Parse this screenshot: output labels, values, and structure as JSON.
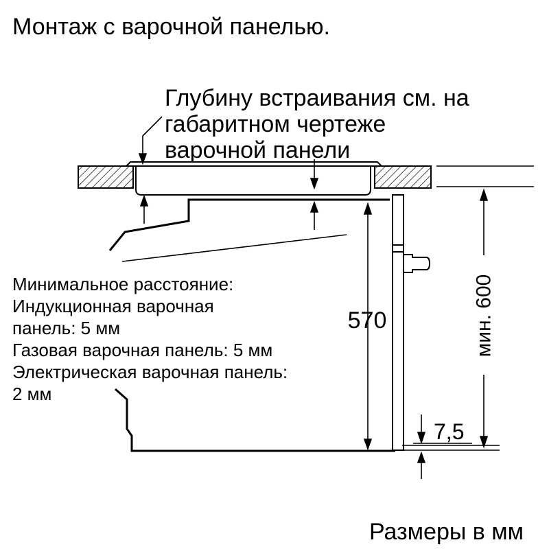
{
  "title": "Монтаж с варочной панелью.",
  "depth_note": [
    "Глубину встраивания см. на",
    "габаритном чертеже",
    "варочной панели"
  ],
  "min_distance_note": [
    "Минимальное расстояние:",
    "Индукционная варочная",
    "панель: 5 мм",
    "Газовая варочная панель: 5 мм",
    "Электрическая варочная панель:",
    "2 мм"
  ],
  "dimensions": {
    "depth": "570",
    "height_min": "мин. 600",
    "gap": "7,5"
  },
  "footer": "Размеры в мм"
}
